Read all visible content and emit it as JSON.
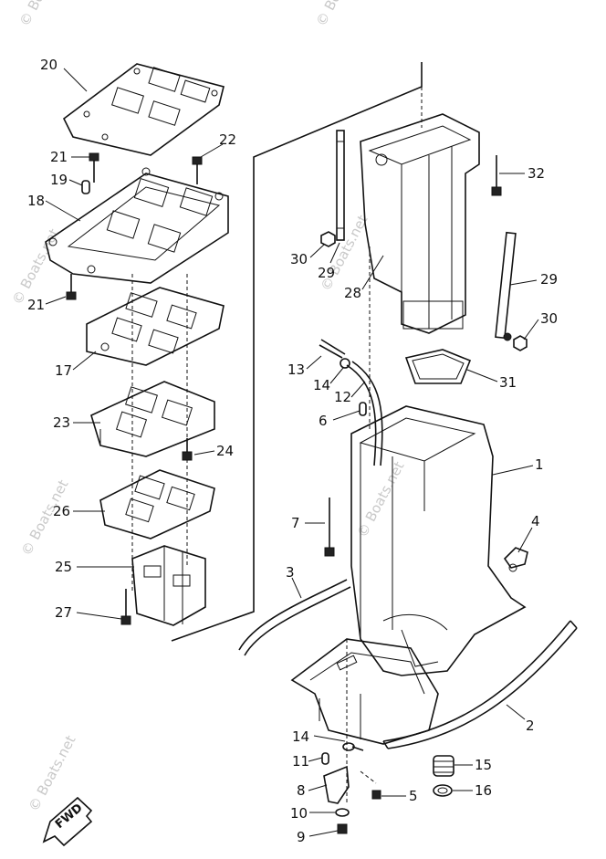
{
  "watermark": "© Boats.net",
  "fwd_label": "FWD",
  "callouts": [
    {
      "id": "c1",
      "text": "1"
    },
    {
      "id": "c2",
      "text": "2"
    },
    {
      "id": "c3",
      "text": "3"
    },
    {
      "id": "c4",
      "text": "4"
    },
    {
      "id": "c5",
      "text": "5"
    },
    {
      "id": "c6",
      "text": "6"
    },
    {
      "id": "c7",
      "text": "7"
    },
    {
      "id": "c8",
      "text": "8"
    },
    {
      "id": "c9",
      "text": "9"
    },
    {
      "id": "c10",
      "text": "10"
    },
    {
      "id": "c11",
      "text": "11"
    },
    {
      "id": "c12",
      "text": "12"
    },
    {
      "id": "c13",
      "text": "13"
    },
    {
      "id": "c14a",
      "text": "14"
    },
    {
      "id": "c14b",
      "text": "14"
    },
    {
      "id": "c15",
      "text": "15"
    },
    {
      "id": "c16",
      "text": "16"
    },
    {
      "id": "c17",
      "text": "17"
    },
    {
      "id": "c18",
      "text": "18"
    },
    {
      "id": "c19",
      "text": "19"
    },
    {
      "id": "c20",
      "text": "20"
    },
    {
      "id": "c21a",
      "text": "21"
    },
    {
      "id": "c21b",
      "text": "21"
    },
    {
      "id": "c22",
      "text": "22"
    },
    {
      "id": "c23",
      "text": "23"
    },
    {
      "id": "c24",
      "text": "24"
    },
    {
      "id": "c25",
      "text": "25"
    },
    {
      "id": "c26",
      "text": "26"
    },
    {
      "id": "c27",
      "text": "27"
    },
    {
      "id": "c28",
      "text": "28"
    },
    {
      "id": "c29a",
      "text": "29"
    },
    {
      "id": "c29b",
      "text": "29"
    },
    {
      "id": "c30a",
      "text": "30"
    },
    {
      "id": "c30b",
      "text": "30"
    },
    {
      "id": "c31",
      "text": "31"
    },
    {
      "id": "c32",
      "text": "32"
    }
  ]
}
